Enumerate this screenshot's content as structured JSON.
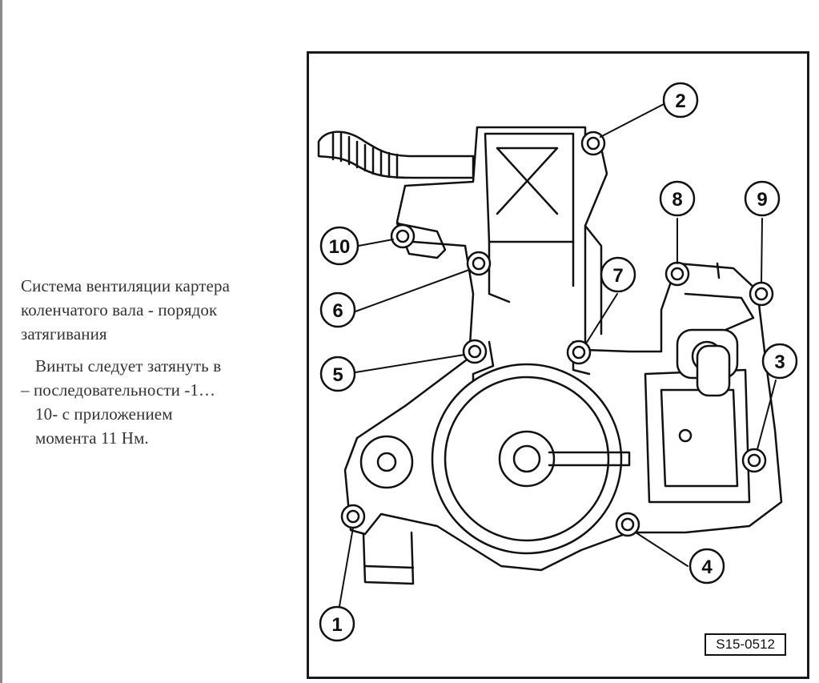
{
  "caption": {
    "heading": "Система вентиляции картера коленчатого вала - порядок затягивания",
    "instruction_lines": [
      "Винты следует затянуть в",
      "– последовательности -1…",
      "10- с приложением",
      "момента 11 Нм."
    ]
  },
  "figure": {
    "id": "S15-0512",
    "callouts": [
      {
        "label": "1"
      },
      {
        "label": "2"
      },
      {
        "label": "3"
      },
      {
        "label": "4"
      },
      {
        "label": "5"
      },
      {
        "label": "6"
      },
      {
        "label": "7"
      },
      {
        "label": "8"
      },
      {
        "label": "9"
      },
      {
        "label": "10"
      }
    ]
  },
  "colors": {
    "line": "#111111",
    "text": "#333333",
    "frame": "#1a1a1a"
  }
}
